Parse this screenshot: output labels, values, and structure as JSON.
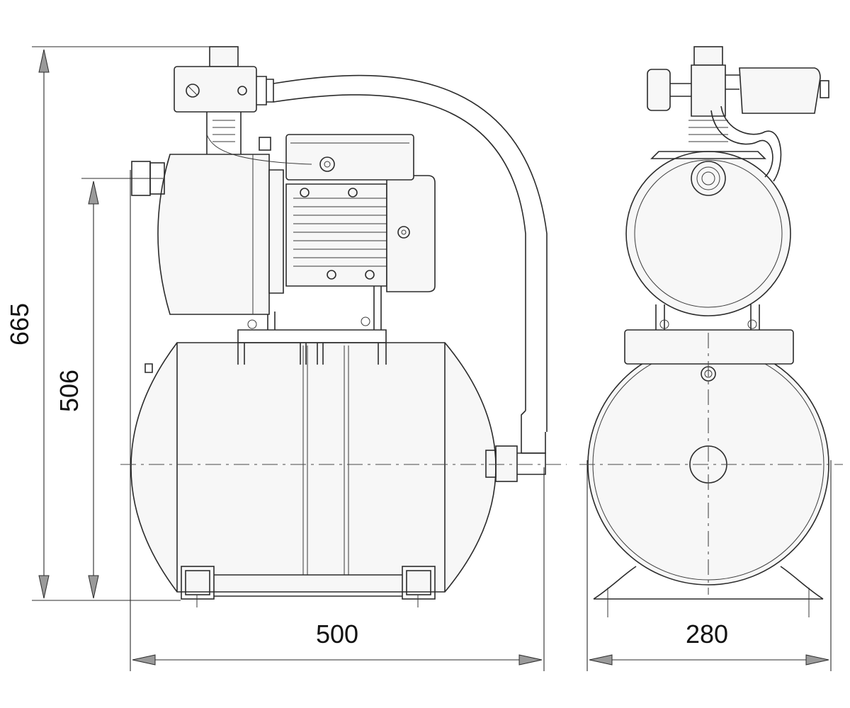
{
  "dimensions": {
    "overall_height": "665",
    "inlet_height": "506",
    "overall_length": "500",
    "overall_width": "280"
  },
  "views": [
    "side-view",
    "front-view"
  ],
  "colors": {
    "line": "#2b2b2b",
    "arrow_fill": "#9a9a9a",
    "background": "#ffffff"
  }
}
